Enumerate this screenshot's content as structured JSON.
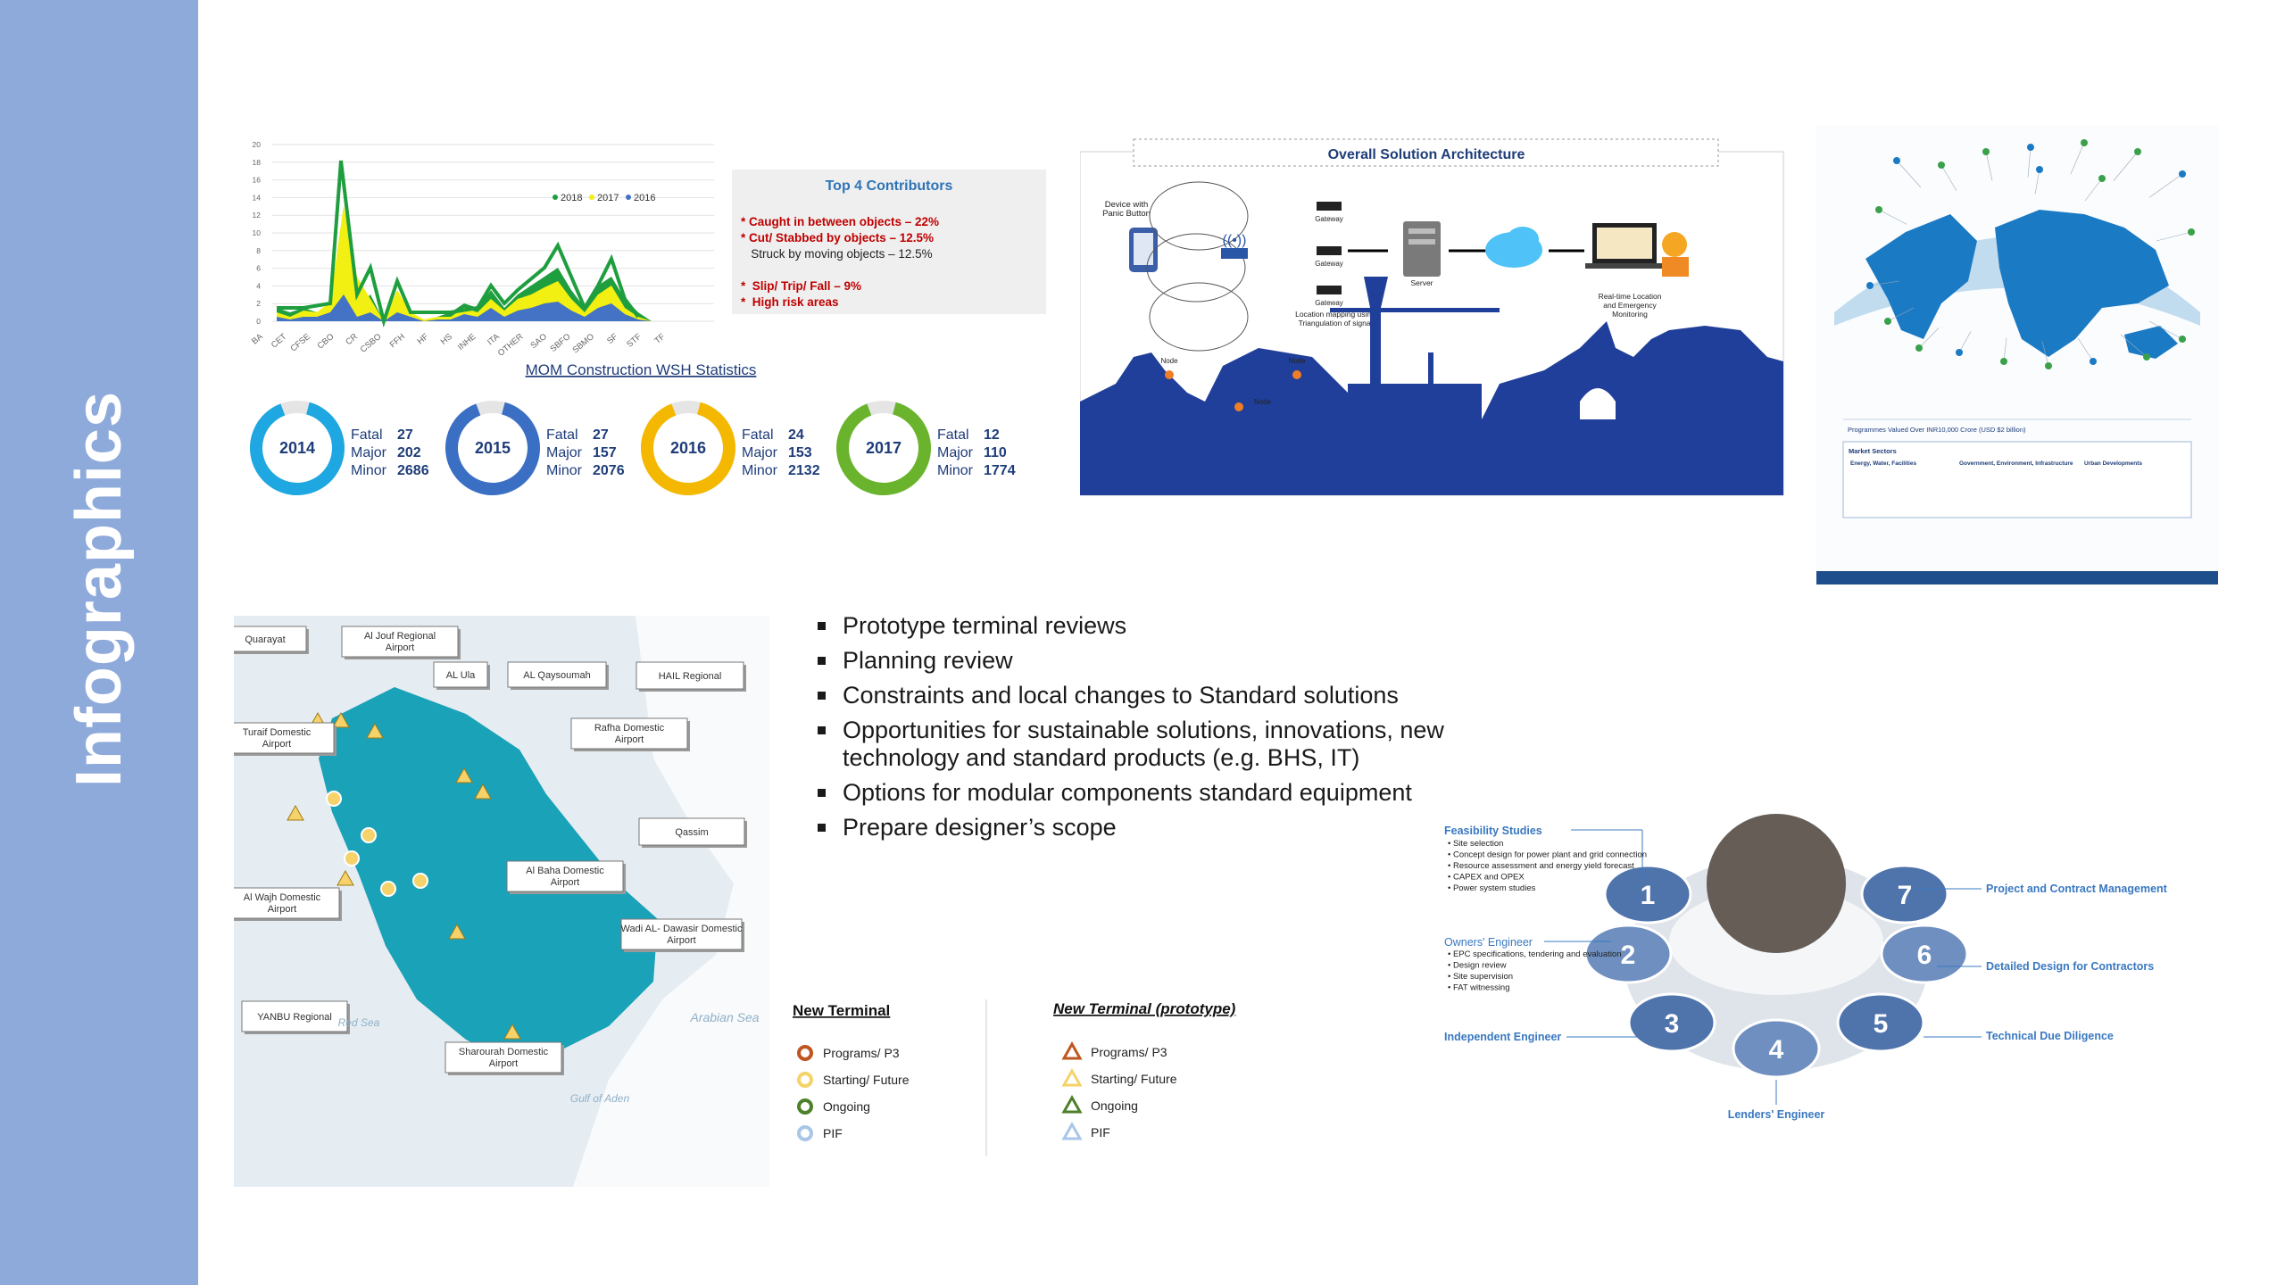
{
  "sidebar": {
    "title": "Infographics"
  },
  "wsh": {
    "y_ticks": [
      "20",
      "18",
      "16",
      "14",
      "12",
      "10",
      "8",
      "6",
      "4",
      "2",
      "0"
    ],
    "x_labels": [
      "BA",
      "CET",
      "CFSE",
      "CBO",
      "CR",
      "CSBO",
      "FFH",
      "HF",
      "HS",
      "INHE",
      "ITA",
      "OTHER",
      "SAO",
      "SBFO",
      "SBMO",
      "SF",
      "STF",
      "TF"
    ],
    "legend": [
      "2018",
      "2017",
      "2016"
    ],
    "colors": {
      "y2018": "#1e9e3e",
      "y2017": "#f2ef12",
      "y2016": "#4472c4"
    },
    "title": "MOM Construction WSH Statistics",
    "contrib_title": "Top 4 Contributors",
    "contrib": [
      "* Caught in between objects – 22%",
      "* Cut/ Stabbed by objects – 12.5%",
      "   Struck by moving objects – 12.5%",
      "*  Slip/ Trip/ Fall – 9%",
      "*  High risk areas"
    ],
    "years": [
      {
        "year": "2014",
        "fatal": "27",
        "major": "202",
        "minor": "2686",
        "color": "#1ea7e1"
      },
      {
        "year": "2015",
        "fatal": "27",
        "major": "157",
        "minor": "2076",
        "color": "#3a6fc4"
      },
      {
        "year": "2016",
        "fatal": "24",
        "major": "153",
        "minor": "2132",
        "color": "#f5b800"
      },
      {
        "year": "2017",
        "fatal": "12",
        "major": "110",
        "minor": "1774",
        "color": "#6ab42d"
      }
    ],
    "labels": {
      "fatal": "Fatal",
      "major": "Major",
      "minor": "Minor"
    }
  },
  "arch": {
    "title": "Overall Solution Architecture",
    "device": "Device with\nPanic Button",
    "gateway": "Gateway",
    "node": "Node",
    "location": "Location mapping using\nTriangulation of signal",
    "server": "Server",
    "monitoring": "Real-time Location\nand Emergency\nMonitoring"
  },
  "world": {
    "footer": "Programmes Valued Over INR10,000 Crore (USD $2 billion)",
    "sectors_title": "Market Sectors",
    "sectors": [
      "Energy, Water, Facilities",
      "Government, Environment, Infrastructure",
      "Urban Developments"
    ]
  },
  "map": {
    "labels": [
      "Quarayat",
      "Al Jouf Regional Airport",
      "AL Ula",
      "AL Qaysoumah",
      "HAIL Regional",
      "Turaif Domestic Airport",
      "Rafha Domestic Airport",
      "Qassim",
      "Al Baha Domestic Airport",
      "Al Wajh Domestic Airport",
      "Wadi AL- Dawasir Domestic Airport",
      "YANBU Regional",
      "Sharourah Domestic Airport"
    ],
    "sea_labels": [
      "Arabian Sea",
      "Gulf of Aden",
      "Red Sea"
    ]
  },
  "bullets": [
    "Prototype terminal reviews",
    "Planning review",
    "Constraints and local changes to Standard solutions",
    "Opportunities for sustainable solutions, innovations, new technology and standard products (e.g. BHS, IT)",
    "Options for modular components standard equipment",
    "Prepare designer’s scope"
  ],
  "legend": {
    "new_terminal": "New Terminal",
    "new_terminal_proto": "New Terminal (prototype)",
    "items": [
      "Programs/ P3",
      "Starting/ Future",
      "Ongoing",
      "PIF"
    ],
    "colors": [
      "#c0561f",
      "#f5d36a",
      "#4e7f2a",
      "#a9c6e8"
    ]
  },
  "services": {
    "numbers": [
      "1",
      "2",
      "3",
      "4",
      "5",
      "6",
      "7"
    ],
    "feasibility_title": "Feasibility Studies",
    "feasibility_items": [
      "Site selection",
      "Concept design for power plant and grid connection",
      "Resource assessment and energy yield forecast",
      "CAPEX and OPEX",
      "Power system studies"
    ],
    "owners_title": "Owners' Engineer",
    "owners_items": [
      "EPC specifications, tendering and evaluation",
      "Design review",
      "Site supervision",
      "FAT witnessing"
    ],
    "independent": "Independent Engineer",
    "lenders": "Lenders' Engineer",
    "technical": "Technical Due Diligence",
    "detailed": "Detailed Design for Contractors",
    "project": "Project and Contract Management"
  }
}
